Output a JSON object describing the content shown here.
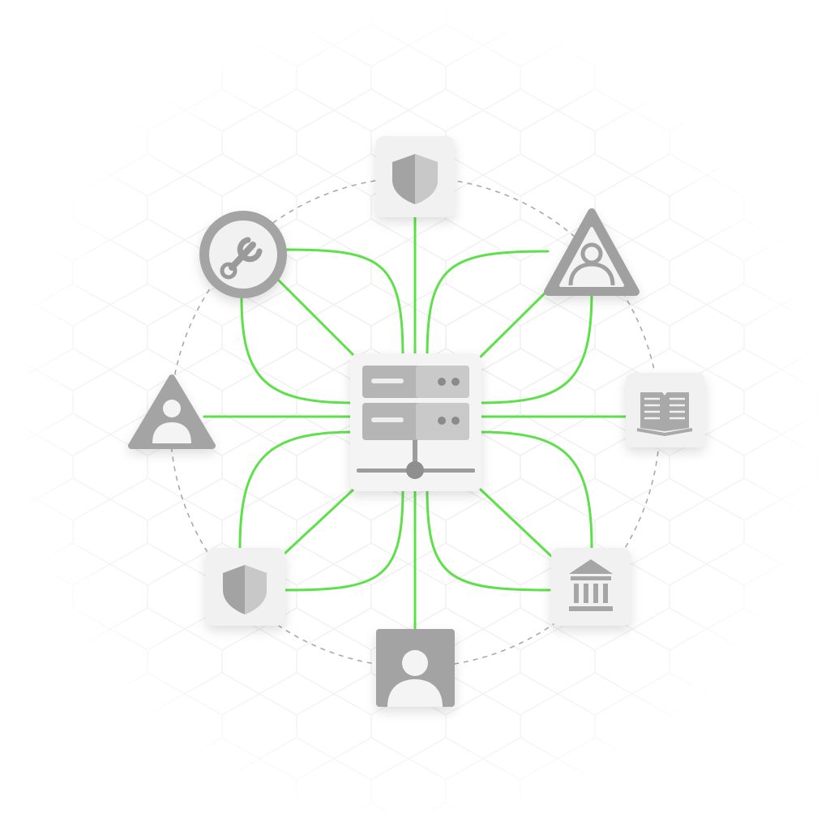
{
  "diagram": {
    "colors": {
      "background": "#ffffff",
      "hex_grid": "#ebebeb",
      "connector": "#5ee04a",
      "orbit_ring": "#a9a9a9",
      "tile": "#f1f1f1",
      "icon_dark": "#9c9c9c",
      "icon_light": "#c9c9c9"
    },
    "hub": {
      "icon": "server-network-icon"
    },
    "nodes": [
      {
        "id": "top-shield",
        "icon": "shield-icon",
        "tile": "rounded-square"
      },
      {
        "id": "wrench",
        "icon": "wrench-icon",
        "tile": "circle"
      },
      {
        "id": "warning-user",
        "icon": "user-warning-icon",
        "tile": "triangle"
      },
      {
        "id": "left-user",
        "icon": "user-warning-icon",
        "tile": "triangle"
      },
      {
        "id": "book",
        "icon": "book-icon",
        "tile": "rounded-square"
      },
      {
        "id": "bottom-shield",
        "icon": "shield-icon",
        "tile": "rounded-square"
      },
      {
        "id": "bank",
        "icon": "bank-icon",
        "tile": "rounded-square"
      },
      {
        "id": "bottom-user",
        "icon": "user-icon",
        "tile": "rounded-square"
      }
    ]
  }
}
